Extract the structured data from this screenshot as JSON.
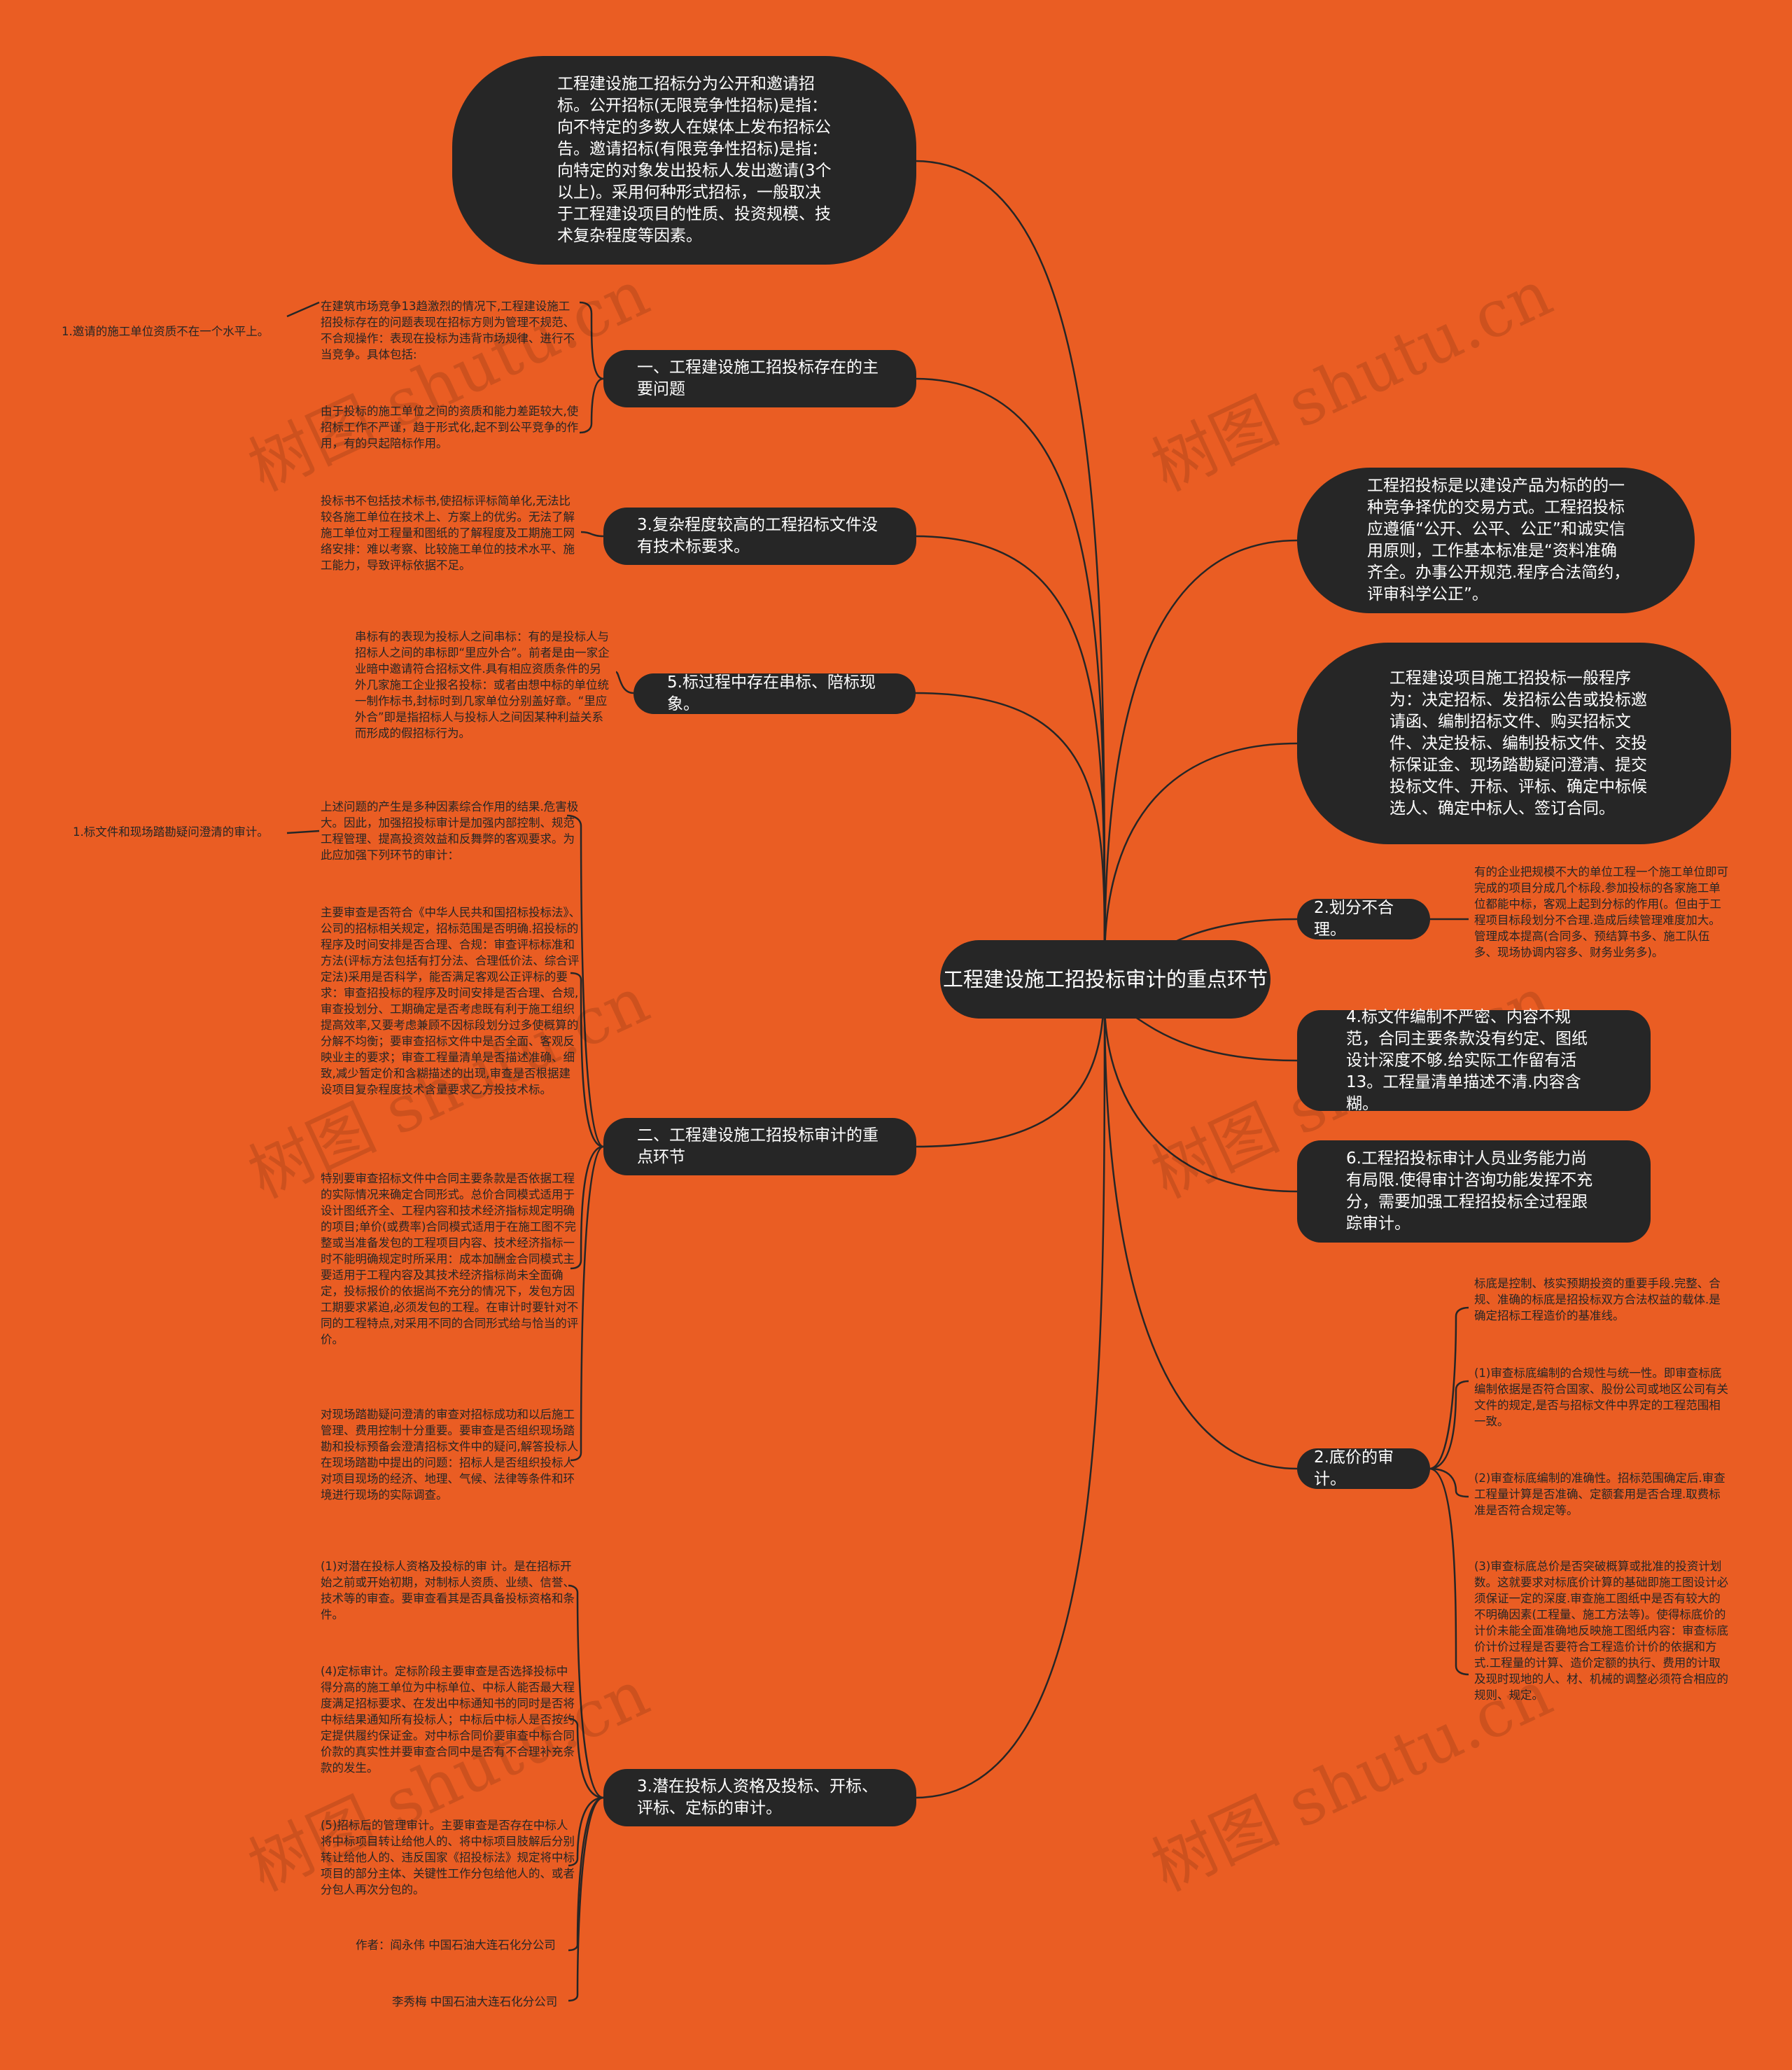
{
  "root": {
    "label": "工程建设施工招投标审计的重点环节"
  },
  "watermarks": [
    "树图 shutu.cn",
    "树图 shutu.cn",
    "树图 shutu.cn",
    "树图 shutu.cn",
    "树图 shutu.cn",
    "树图 shutu.cn"
  ],
  "left": {
    "intro": "工程建设施工招标分为公开和邀请招标。公开招标(无限竞争性招标)是指：向不特定的多数人在媒体上发布招标公告。邀请招标(有限竞争性招标)是指：向特定的对象发出投标人发出邀请(3个以上)。采用何种形式招标，一般取决于工程建设项目的性质、投资规模、技术复杂程度等因素。",
    "b1": {
      "label": "一、工程建设施工招投标存在的主要问题",
      "leaves": [
        "在建筑市场竞争13趋激烈的情况下,工程建设施工招投标存在的问题表现在招标方则为管理不规范、不合规操作：表现在投标为违背市场规律、进行不当竞争。具体包括:",
        "由于投标的施工单位之间的资质和能力差距较大,使招标工作不严谨，趋于形式化,起不到公平竞争的作用，有的只起陪标作用。"
      ],
      "note": "1.邀请的施工单位资质不在一个水平上。"
    },
    "b2": {
      "label": "3.复杂程度较高的工程招标文件没有技术标要求。",
      "leaf": "投标书不包括技术标书,使招标评标简单化,无法比较各施工单位在技术上、方案上的优劣。无法了解施工单位对工程量和图纸的了解程度及工期施工网络安排：难以考察、比较施工单位的技术水平、施工能力，导致评标依据不足。"
    },
    "b3": {
      "label": "5.标过程中存在串标、陪标现象。",
      "leaf": "串标有的表现为投标人之间串标：有的是投标人与招标人之间的串标即“里应外合”。前者是由一家企业暗中邀请符合招标文件.具有相应资质条件的另外几家施工企业报名投标：或者由想中标的单位统一制作标书,封标时到几家单位分别盖好章。“里应外合”即是指招标人与投标人之间因某种利益关系而形成的假招标行为。"
    },
    "b4": {
      "label": "二、工程建设施工招投标审计的重点环节",
      "note": "1.标文件和现场踏勘疑问澄清的审计。",
      "leaves": [
        "上述问题的产生是多种因素综合作用的结果.危害极大。因此，加强招投标审计是加强内部控制、规范工程管理、提高投资效益和反舞弊的客观要求。为此应加强下列环节的审计：",
        "主要审查是否符合《中华人民共和国招标投标法》、公司的招标相关规定，招标范围是否明确.招投标的程序及时间安排是否合理、合规：审查评标标准和方法(评标方法包括有打分法、合理低价法、综合评定法)采用是否科学，能否满足客观公正评标的要求：审查招投标的程序及时间安排是否合理、合规,审查投划分、工期确定是否考虑既有利于施工组织提高效率,又要考虑兼顾不因标段划分过多使概算的分解不均衡；要审查招标文件中是否全面、客观反映业主的要求；审查工程量清单是否描述准确、细致,减少暂定价和含糊描述的出现,审查是否根据建设项目复杂程度技术含量要求乙方投技术标。",
        "特别要审查招标文件中合同主要条款是否依据工程的实际情况来确定合同形式。总价合同模式适用于设计图纸齐全、工程内容和技术经济指标规定明确的项目;单价(或费率)合同模式适用于在施工图不完整或当准备发包的工程项目内容、技术经济指标一时不能明确规定时所采用：成本加酬金合同模式主要适用于工程内容及其技术经济指标尚未全面确定，投标报价的依据尚不充分的情况下，发包方因工期要求紧迫,必须发包的工程。在审计时要针对不同的工程特点,对采用不同的合同形式给与恰当的评价。",
        "对现场踏勘疑问澄清的审查对招标成功和以后施工管理、费用控制十分重要。要审查是否组织现场踏勘和投标预备会澄清招标文件中的疑问,解答投标人在现场踏勘中提出的问题：招标人是否组织投标人对项目现场的经济、地理、气候、法律等条件和环境进行现场的实际调查。"
      ]
    },
    "b5": {
      "label": "3.潜在投标人资格及投标、开标、评标、定标的审计。",
      "leaves": [
        "(1)对潜在投标人资格及投标的审 计。是在招标开始之前或开始初期，对制标人资质、业绩、信誉、技术等的审查。要审查看其是否具备投标资格和条件。",
        "(4)定标审计。定标阶段主要审查是否选择投标中得分高的施工单位为中标单位、中标人能否最大程度满足招标要求、在发出中标通知书的同时是否将中标结果通知所有投标人；中标后中标人是否按约定提供履约保证金。对中标合同价要审查中标合同价款的真实性并要审查合同中是否有不合理补充条款的发生。",
        "(5)招标后的管理审计。主要审查是否存在中标人将中标项目转让给他人的、将中标项目肢解后分别转让给他人的、违反国家《招投标法》规定将中标项目的部分主体、关键性工作分包给他人的、或者分包人再次分包的。"
      ],
      "author1": "作者：阎永伟 中国石油大连石化分公司",
      "author2": "李秀梅 中国石油大连石化分公司"
    }
  },
  "right": {
    "c1": "工程招投标是以建设产品为标的的一种竞争择优的交易方式。工程招投标应遵循“公开、公平、公正”和诚实信用原则，工作基本标准是“资料准确齐全。办事公开规范.程序合法简约，评审科学公正”。",
    "c2": "工程建设项目施工招投标一般程序为：决定招标、发招标公告或投标邀请函、编制招标文件、购买招标文件、决定投标、编制投标文件、交投标保证金、现场踏勘疑问澄清、提交投标文件、开标、评标、确定中标候选人、确定中标人、签订合同。",
    "r3": {
      "label": "2.划分不合理。",
      "leaf": "有的企业把规模不大的单位工程一个施工单位即可完成的项目分成几个标段.参加投标的各家施工单位都能中标，客观上起到分标的作用(。但由于工程项目标段划分不合理.造成后续管理难度加大。管理成本提高(合同多、预结算书多、施工队伍多、现场协调内容多、财务业务多)。"
    },
    "r4": "4.标文件编制不严密、内容不规范，合同主要条款没有约定、图纸设计深度不够.给实际工作留有活13。工程量清单描述不清.内容含糊。",
    "r5": "6.工程招投标审计人员业务能力尚有局限.使得审计咨询功能发挥不充分，需要加强工程招投标全过程跟踪审计。",
    "r6": {
      "label": "2.底价的审计。",
      "leaves": [
        "标底是控制、核实预期投资的重要手段.完整、合规、准确的标底是招投标双方合法权益的载体.是确定招标工程造价的基准线。",
        "(1)审查标底编制的合规性与统一性。即审查标底编制依据是否符合国家、股份公司或地区公司有关文件的规定,是否与招标文件中界定的工程范围相一致。",
        "(2)审查标底编制的准确性。招标范围确定后.审查工程量计算是否准确、定额套用是否合理.取费标准是否符合规定等。",
        "(3)审查标底总价是否突破概算或批准的投资计划数。这就要求对标底价计算的基础即施工图设计必须保证一定的深度.审查施工图纸中是否有较大的不明确因素(工程量、施工方法等)。使得标底价的计价未能全面准确地反映施工图纸内容：审查标底价计价过程是否要符合工程造价计价的依据和方式.工程量的计算、造价定额的执行、费用的计取及现时现地的人、材、机械的调整必须符合相应的规则、规定。"
      ]
    }
  }
}
